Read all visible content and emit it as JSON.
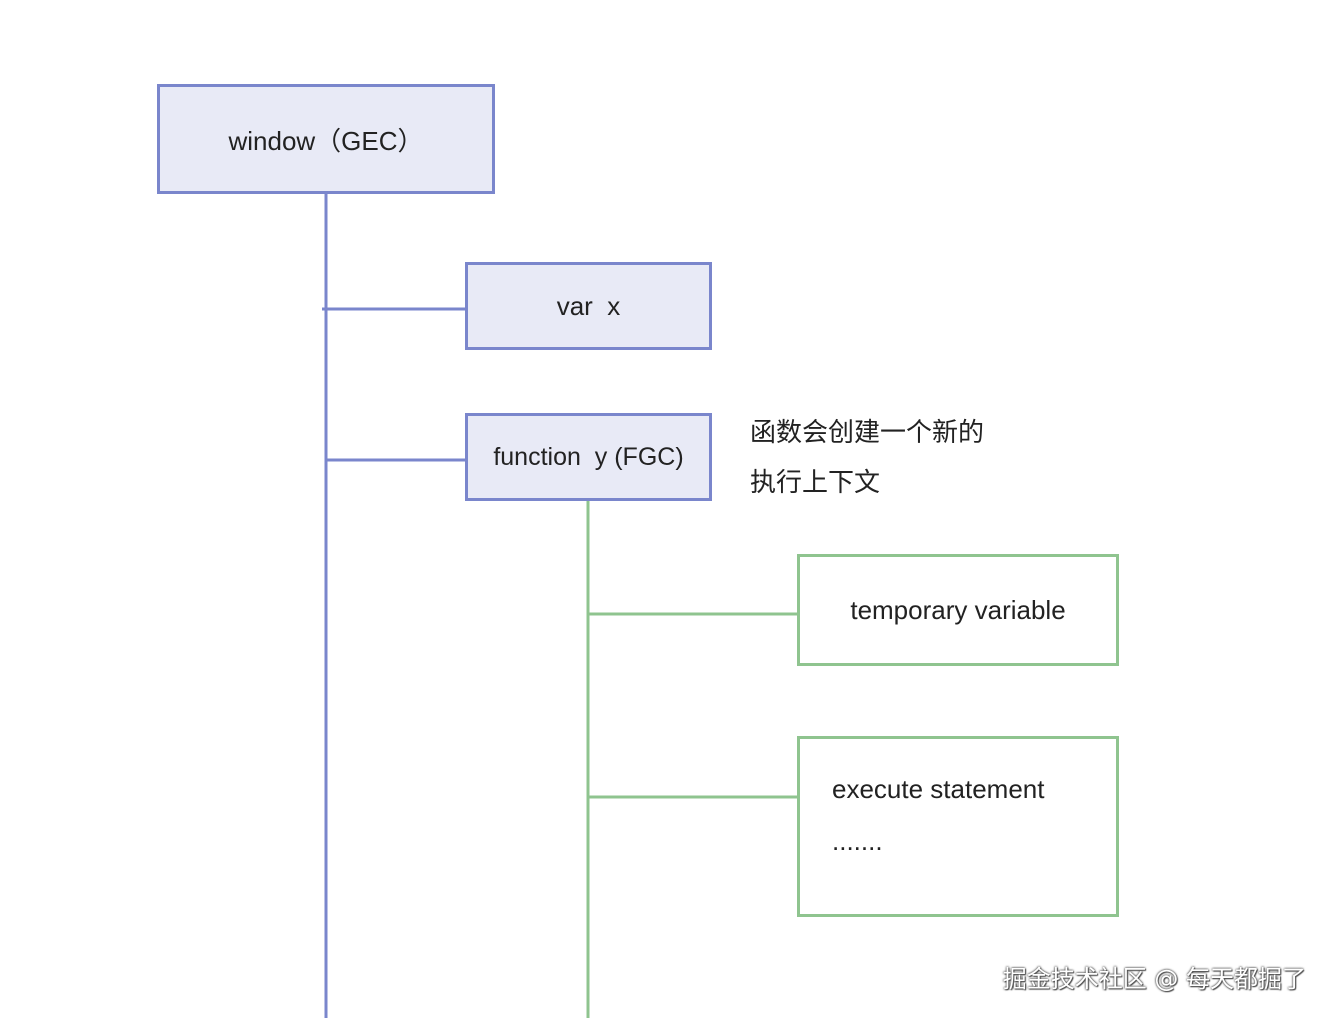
{
  "nodes": {
    "window": "window（GEC）",
    "var_x": "var  x",
    "function_y": "function  y (FGC)",
    "temporary_variable": "temporary variable",
    "execute_statement": "execute statement",
    "execute_ellipsis": "......."
  },
  "note": {
    "line1": "函数会创建一个新的",
    "line2": "执行上下文"
  },
  "watermark": "掘金技术社区 @ 每天都掘了",
  "colors": {
    "blue_border": "#7a86cc",
    "blue_fill": "#e8eaf6",
    "green_border": "#8fc48f",
    "green_fill": "#ffffff"
  }
}
